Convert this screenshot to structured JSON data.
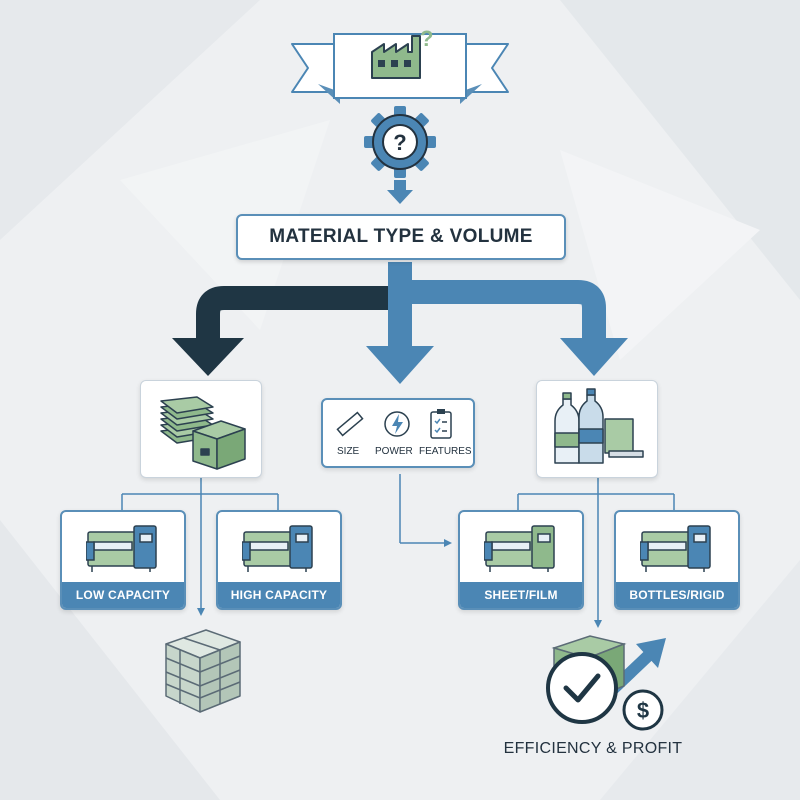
{
  "header": {
    "factory_icon": "factory-question-icon",
    "gear_icon": "gear-question-icon"
  },
  "title": "MATERIAL TYPE & VOLUME",
  "features": {
    "items": [
      {
        "label": "SIZE",
        "icon": "ruler-icon"
      },
      {
        "label": "POWER",
        "icon": "lightning-icon"
      },
      {
        "label": "FEATURES",
        "icon": "checklist-icon"
      }
    ]
  },
  "left_branch": {
    "icon": "stacked-sheets-and-box-icon",
    "machines": [
      {
        "label": "LOW CAPACITY",
        "icon": "baler-machine-icon"
      },
      {
        "label": "HIGH CAPACITY",
        "icon": "baler-machine-icon"
      }
    ],
    "output_icon": "bale-cube-icon"
  },
  "right_branch": {
    "icon": "bottles-and-film-icon",
    "machines": [
      {
        "label": "SHEET/FILM",
        "icon": "baler-machine-icon"
      },
      {
        "label": "BOTTLES/RIGID",
        "icon": "baler-machine-icon"
      }
    ]
  },
  "result": {
    "label": "EFFICIENCY & PROFIT",
    "icons": [
      "bale-cube-icon",
      "checkmark-icon",
      "dollar-icon",
      "growth-arrow-icon"
    ]
  },
  "colors": {
    "dark_navy": "#1f3644",
    "steel_blue": "#4b86b4",
    "sage_green": "#8fb98c",
    "background": "#eef0f2"
  }
}
